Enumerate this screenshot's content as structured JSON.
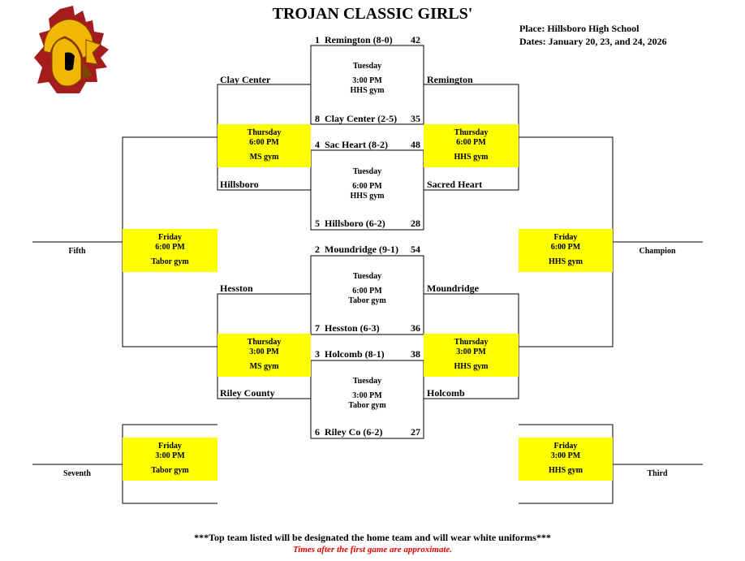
{
  "title": "TROJAN CLASSIC GIRLS'",
  "place": "Place: Hillsboro High School",
  "dates": "Dates: January 20, 23, and 24, 2026",
  "colors": {
    "highlight": "#ffff00",
    "note_red": "#e00000",
    "logo_gold": "#f2b705",
    "logo_red": "#a51c1c"
  },
  "first_round": [
    {
      "top": {
        "seed": "1",
        "name": "Remington (8-0)",
        "score": "42"
      },
      "day": "Tuesday",
      "time": "3:00 PM",
      "venue": "HHS gym",
      "bottom": {
        "seed": "8",
        "name": "Clay Center (2-5)",
        "score": "35"
      }
    },
    {
      "top": {
        "seed": "4",
        "name": "Sac Heart (8-2)",
        "score": "48"
      },
      "day": "Tuesday",
      "time": "6:00 PM",
      "venue": "HHS gym",
      "bottom": {
        "seed": "5",
        "name": "Hillsboro (6-2)",
        "score": "28"
      }
    },
    {
      "top": {
        "seed": "2",
        "name": "Moundridge (9-1)",
        "score": "54"
      },
      "day": "Tuesday",
      "time": "6:00 PM",
      "venue": "Tabor gym",
      "bottom": {
        "seed": "7",
        "name": "Hesston (6-3)",
        "score": "36"
      }
    },
    {
      "top": {
        "seed": "3",
        "name": "Holcomb (8-1)",
        "score": "38"
      },
      "day": "Tuesday",
      "time": "3:00 PM",
      "venue": "Tabor gym",
      "bottom": {
        "seed": "6",
        "name": "Riley Co (6-2)",
        "score": "27"
      }
    }
  ],
  "names": {
    "clay_center": "Clay Center",
    "hillsboro": "Hillsboro",
    "hesston": "Hesston",
    "riley_county": "Riley County",
    "remington": "Remington",
    "sacred_heart": "Sacred Heart",
    "moundridge": "Moundridge",
    "holcomb": "Holcomb"
  },
  "games": {
    "cons_top": {
      "day": "Thursday",
      "time": "6:00 PM",
      "venue": "MS gym"
    },
    "cons_bot": {
      "day": "Thursday",
      "time": "3:00 PM",
      "venue": "MS gym"
    },
    "semi_top": {
      "day": "Thursday",
      "time": "6:00 PM",
      "venue": "HHS gym"
    },
    "semi_bot": {
      "day": "Thursday",
      "time": "3:00 PM",
      "venue": "HHS gym"
    },
    "fifth": {
      "day": "Friday",
      "time": "6:00 PM",
      "venue": "Tabor gym"
    },
    "champ": {
      "day": "Friday",
      "time": "6:00 PM",
      "venue": "HHS gym"
    },
    "seventh": {
      "day": "Friday",
      "time": "3:00 PM",
      "venue": "Tabor gym"
    },
    "third": {
      "day": "Friday",
      "time": "3:00 PM",
      "venue": "HHS gym"
    }
  },
  "results": {
    "fifth": "Fifth",
    "champion": "Champion",
    "seventh": "Seventh",
    "third": "Third"
  },
  "footnote": "***Top team listed will be designated the home team and will wear white uniforms***",
  "times_note": "Times after the first game are approximate."
}
